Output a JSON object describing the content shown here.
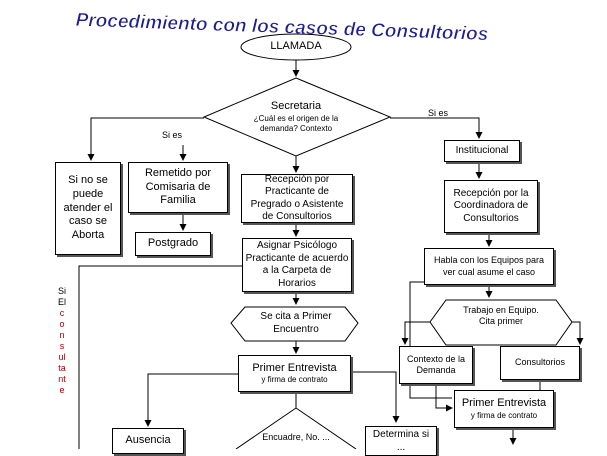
{
  "title": "Procedimiento con los casos de Consultorios",
  "nodes": {
    "llamada": "LLAMADA",
    "secretaria_title": "Secretaria",
    "secretaria_question": "¿Cuál es el origen de la demanda? Contexto",
    "si_es_left": "Si es",
    "si_es_right": "Si es",
    "no_se_puede": "Si no se puede atender el caso se Aborta",
    "remetido": "Remetido por Comisaria de Familia",
    "postgrado": "Postgrado",
    "recepcion_practicante": "Recepción por Practicante de Pregrado o Asistente de Consultorios",
    "asignar": "Asignar Psicólogo Practicante de acuerdo a la Carpeta de Horarios",
    "cita": "Se cita a Primer Encuentro",
    "primer_entrevista": "Primer Entrevista",
    "firma": "y firma de contrato",
    "ausencia": "Ausencia",
    "encuadre": "Encuadre, No. ...",
    "determina": "Determina si ...",
    "institucional": "Institucional",
    "recepcion_coordinadora": "Recepción por la Coordinadora de Consultorios",
    "habla": "Habla con los Equipos para ver cual asume el caso",
    "trabajo": "Trabajo en Equipo. Cita primer",
    "contexto": "Contexto de la Demanda",
    "consultorios": "Consultorios",
    "primer_entrevista_r": "Primer Entrevista",
    "firma_r": "y firma de contrato"
  },
  "side_text_black": "Si El",
  "side_text_red": "consultante"
}
